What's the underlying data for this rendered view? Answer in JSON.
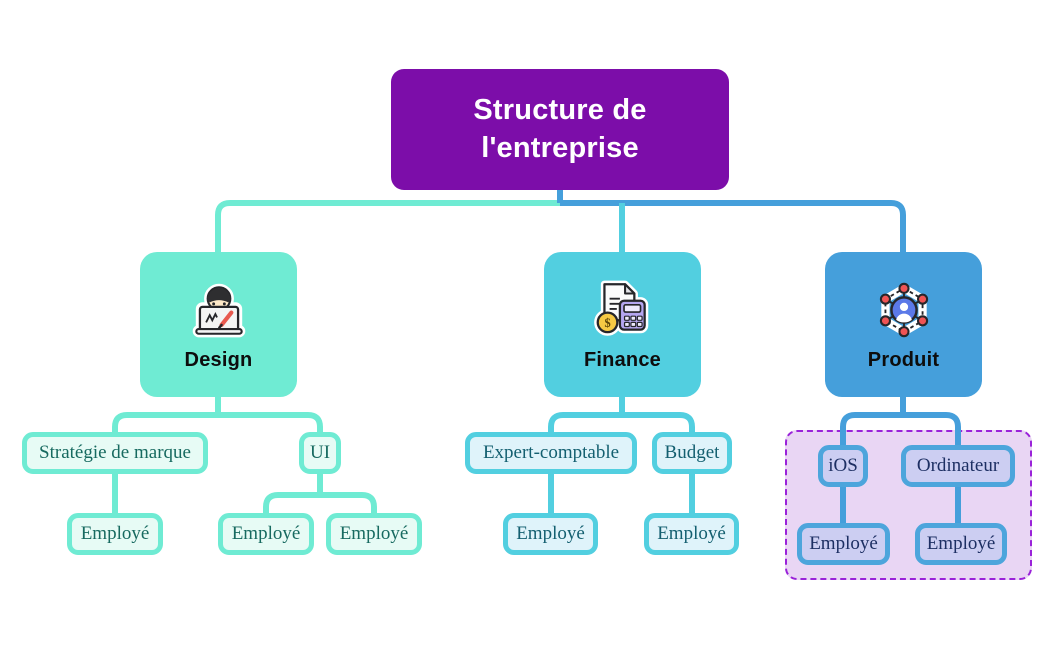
{
  "diagram": {
    "title": "Structure de l'entreprise",
    "departments": [
      {
        "name": "Design",
        "icon": "designer-at-laptop-icon",
        "color": "#6FEBD3",
        "children": [
          {
            "name": "Stratégie de marque",
            "children": [
              "Employé"
            ]
          },
          {
            "name": "UI",
            "children": [
              "Employé",
              "Employé"
            ]
          }
        ]
      },
      {
        "name": "Finance",
        "icon": "invoice-calculator-coin-icon",
        "color": "#52CFE0",
        "children": [
          {
            "name": "Expert-comptable",
            "children": [
              "Employé"
            ]
          },
          {
            "name": "Budget",
            "children": [
              "Employé"
            ]
          }
        ]
      },
      {
        "name": "Produit",
        "icon": "network-user-icon",
        "color": "#459FDB",
        "highlight_group": true,
        "children": [
          {
            "name": "iOS",
            "children": [
              "Employé"
            ]
          },
          {
            "name": "Ordinateur",
            "children": [
              "Employé"
            ]
          }
        ]
      }
    ],
    "colors": {
      "title_bg": "#7C0DA9",
      "title_text": "#FFFFFF",
      "design_accent": "#6FEBD3",
      "finance_accent": "#52CFE0",
      "produit_accent": "#459FDB",
      "produit_group_bg": "#E9D6F4",
      "produit_group_border": "#9A22D9"
    }
  }
}
